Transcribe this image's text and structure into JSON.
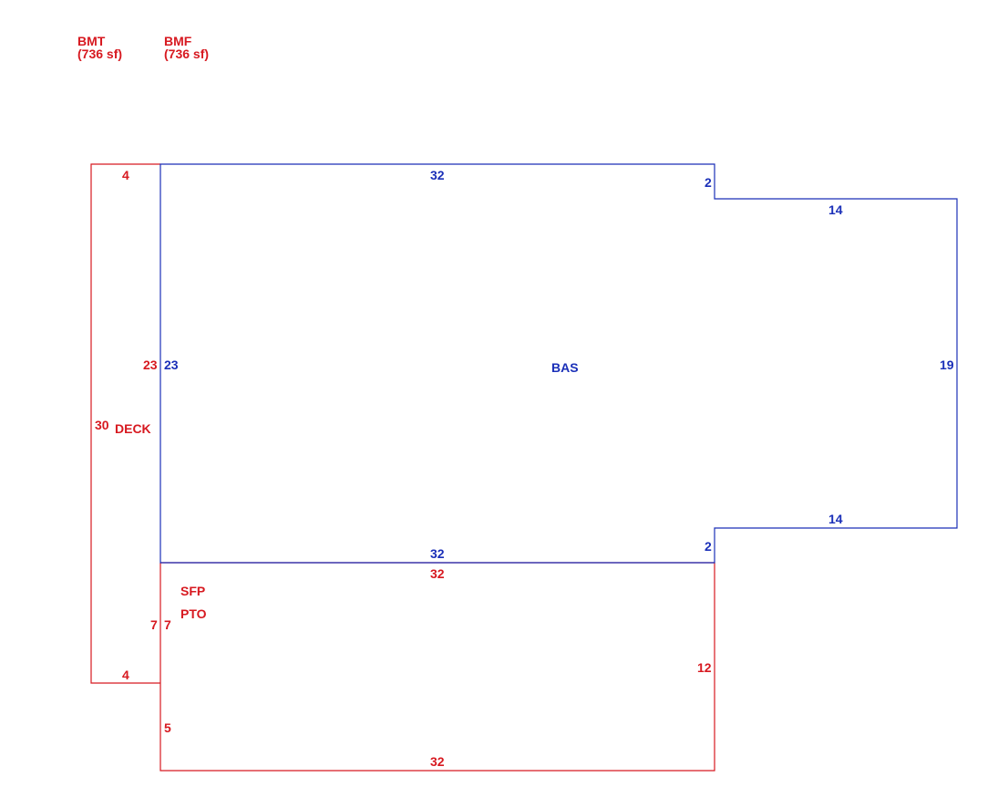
{
  "colors": {
    "red": "#d71920",
    "blue": "#1a2fb8",
    "background": "#ffffff"
  },
  "legend": [
    {
      "code": "BMT",
      "area": "(736 sf)"
    },
    {
      "code": "BMF",
      "area": "(736 sf)"
    }
  ],
  "areas": {
    "bas": "BAS",
    "deck": "DECK",
    "sfp": "SFP",
    "pto": "PTO"
  },
  "dimensions": {
    "deck_top": "4",
    "deck_left": "30",
    "deck_right_upper": "23",
    "deck_right_lower": "7",
    "deck_bottom": "4",
    "bas_top": "32",
    "bas_left": "23",
    "bas_notch_upper": "2",
    "bas_ext_top": "14",
    "bas_right": "19",
    "bas_ext_bottom": "14",
    "bas_notch_lower": "2",
    "bas_bottom": "32",
    "pto_top": "32",
    "pto_left_upper": "7",
    "pto_right": "12",
    "pto_left_lower": "5",
    "pto_bottom": "32"
  }
}
